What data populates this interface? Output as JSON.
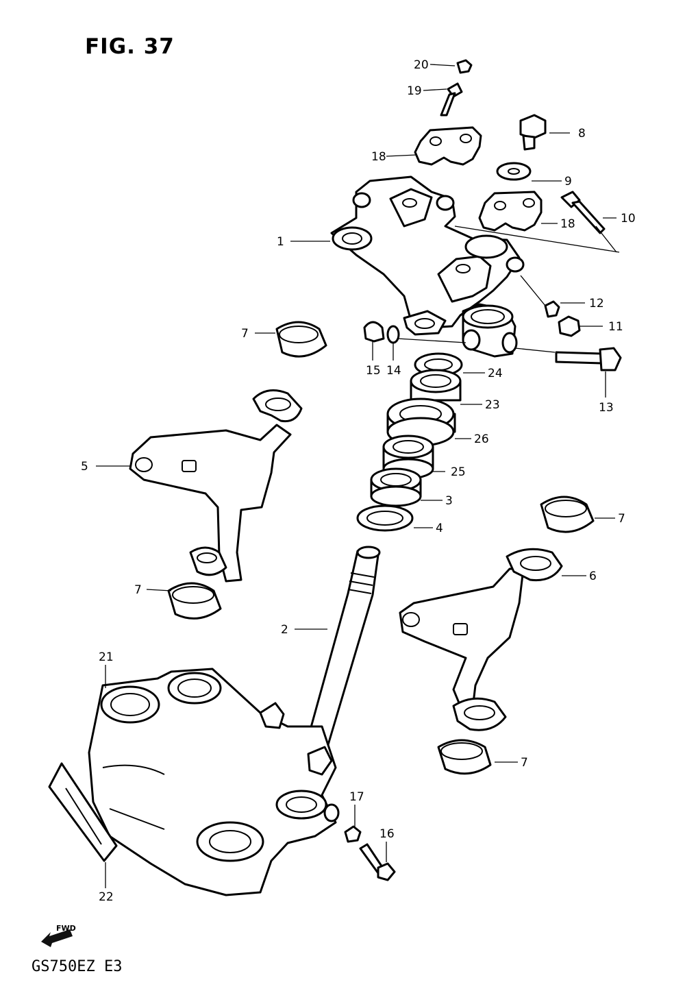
{
  "figure": {
    "title": "FIG. 37",
    "model_code": "GS750EZ  E3",
    "fwd_mark": "FWD"
  },
  "callouts": {
    "c20": "20",
    "c19": "19",
    "c8": "8",
    "c18a": "18",
    "c9": "9",
    "c18b": "18",
    "c10": "10",
    "c1": "1",
    "c12": "12",
    "c11": "11",
    "c7a": "7",
    "c15": "15",
    "c14": "14",
    "c13": "13",
    "c24": "24",
    "c23": "23",
    "c26": "26",
    "c5": "5",
    "c25": "25",
    "c3": "3",
    "c7b": "7",
    "c4": "4",
    "c6": "6",
    "c7c": "7",
    "c2": "2",
    "c21": "21",
    "c7d": "7",
    "c17": "17",
    "c16": "16",
    "c22": "22"
  }
}
